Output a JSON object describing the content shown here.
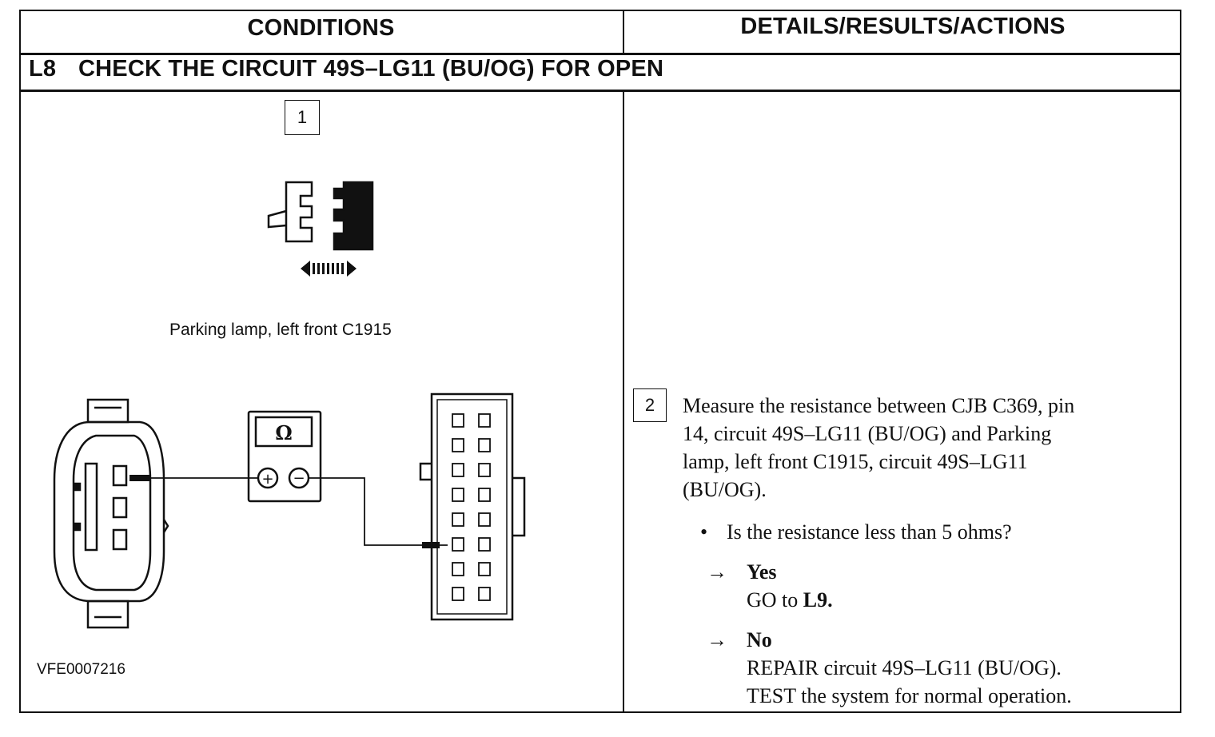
{
  "header": {
    "conditions": "CONDITIONS",
    "details": "DETAILS/RESULTS/ACTIONS"
  },
  "step": {
    "id": "L8",
    "title": "CHECK THE CIRCUIT 49S–LG11 (BU/OG) FOR OPEN"
  },
  "left": {
    "step1_number": "1",
    "step1_caption": "Parking lamp, left front C1915",
    "meter_symbol": "Ω",
    "meter_plus": "+",
    "meter_minus": "−",
    "figure_id": "VFE0007216"
  },
  "right": {
    "step2_number": "2",
    "instruction_lines": [
      "Measure the resistance between CJB C369, pin",
      "14, circuit 49S–LG11 (BU/OG) and Parking",
      "lamp, left front C1915, circuit 49S–LG11",
      "(BU/OG)."
    ],
    "bullet": "•",
    "question": "Is the resistance less than 5 ohms?",
    "arrow": "→",
    "yes_label": "Yes",
    "yes_action_prefix": "GO to ",
    "yes_action_target": "L9.",
    "no_label": "No",
    "no_action_line1": "REPAIR circuit 49S–LG11 (BU/OG).",
    "no_action_line2": "TEST the system for normal operation."
  },
  "colors": {
    "ink": "#111111",
    "paper": "#ffffff"
  }
}
